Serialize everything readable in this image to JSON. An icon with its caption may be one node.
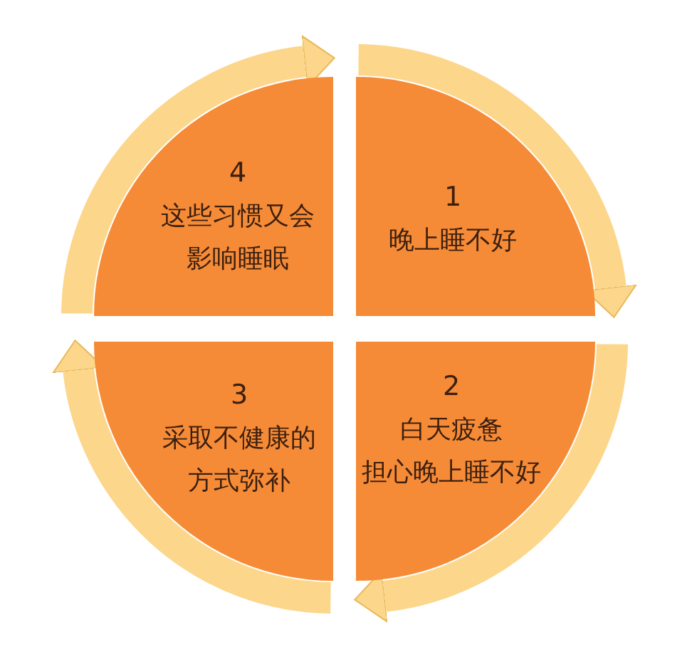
{
  "diagram": {
    "nodes": [
      {
        "text": [
          "4",
          "这些习惯又会影响睡眠"
        ]
      },
      {
        "text": [
          "1",
          "晚上睡不好"
        ]
      },
      {
        "text": [
          "3",
          "采取不健康的方式弥补"
        ]
      },
      {
        "text": [
          "2",
          "白天疲惫",
          "担心晚上睡不好"
        ]
      }
    ],
    "edges": [
      {
        "from": 1,
        "to": 3,
        "arrow": "to"
      },
      {
        "from": 3,
        "to": 2,
        "arrow": "to"
      },
      {
        "from": 2,
        "to": 0,
        "arrow": "to"
      },
      {
        "from": 0,
        "to": 1,
        "arrow": "to"
      }
    ]
  }
}
